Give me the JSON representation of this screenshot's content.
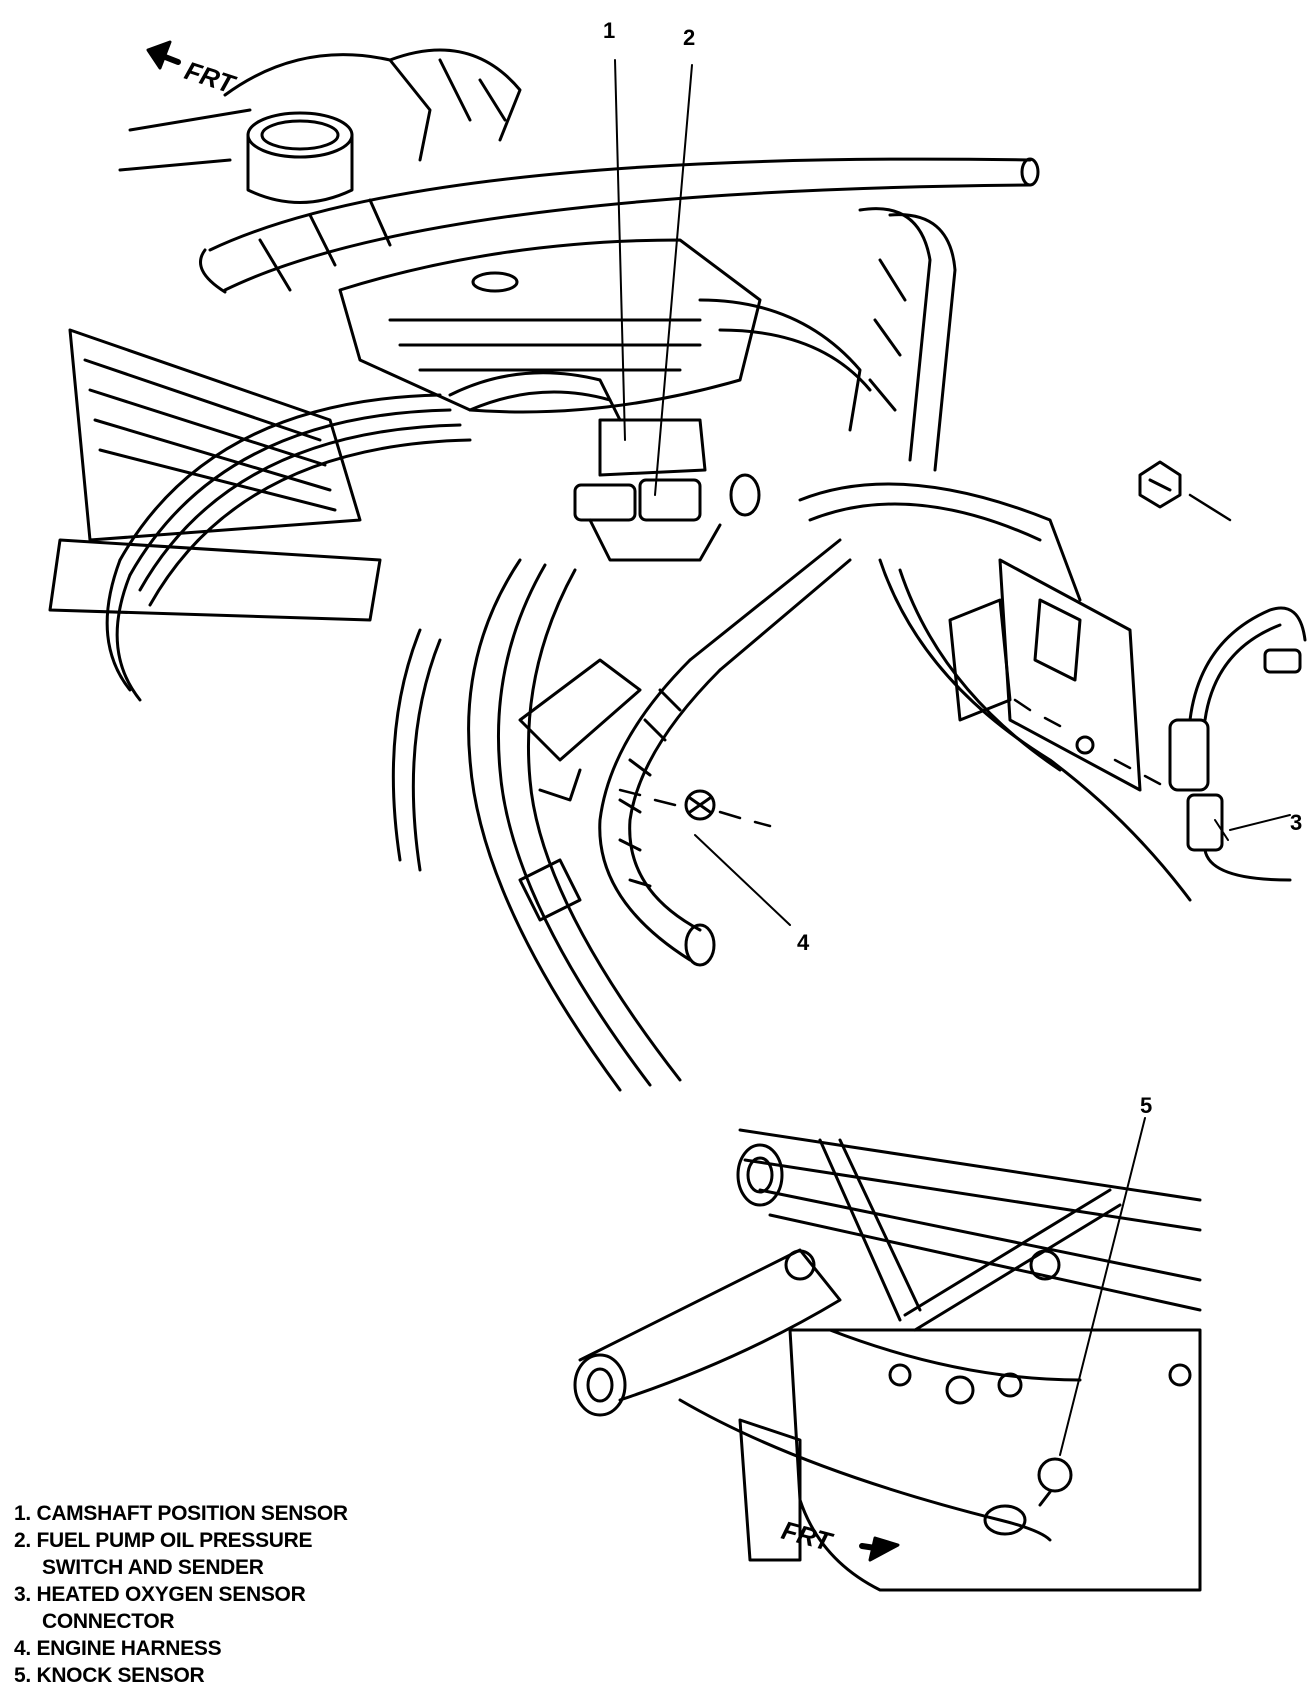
{
  "callouts": {
    "c1": "1",
    "c2": "2",
    "c3": "3",
    "c4": "4",
    "c5": "5"
  },
  "direction": {
    "top_label": "FRT",
    "bottom_label": "FRT"
  },
  "legend": {
    "item1": "1. CAMSHAFT POSITION SENSOR",
    "item2_line1": "2. FUEL PUMP OIL PRESSURE",
    "item2_line2": "SWITCH AND SENDER",
    "item3_line1": "3. HEATED OXYGEN SENSOR",
    "item3_line2": "CONNECTOR",
    "item4": "4. ENGINE HARNESS",
    "item5": "5. KNOCK SENSOR"
  },
  "colors": {
    "ink": "#000000",
    "paper": "#ffffff"
  }
}
